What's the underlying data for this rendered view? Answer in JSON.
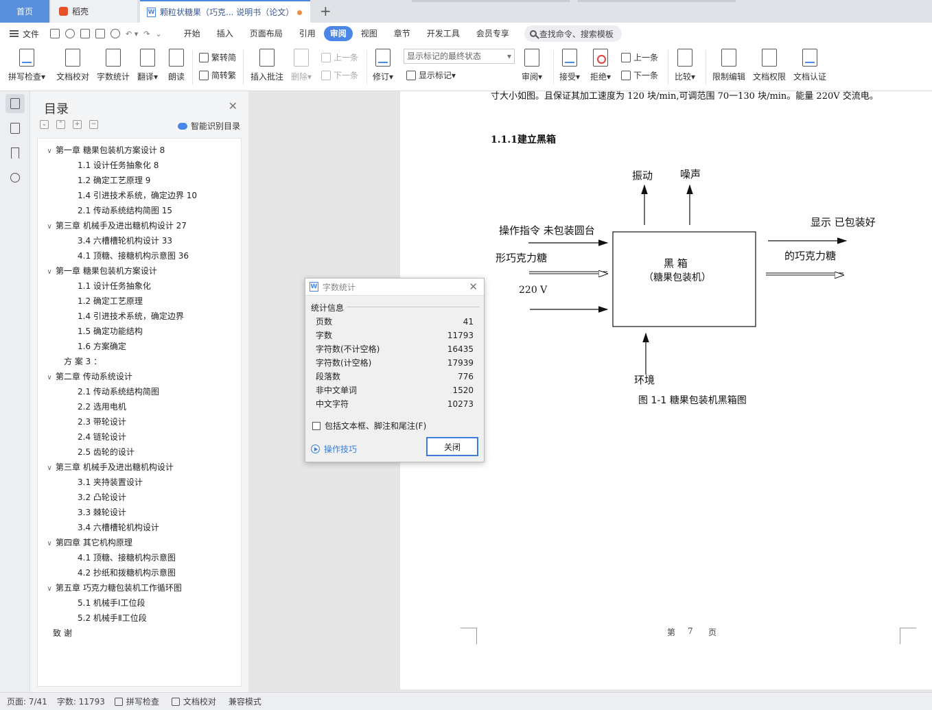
{
  "tabs": {
    "home": "首页",
    "daoke": "稻壳",
    "doc": "颗粒状糖果（巧克... 说明书（论文）"
  },
  "menubar": {
    "file": "文件",
    "items": [
      "开始",
      "插入",
      "页面布局",
      "引用",
      "审阅",
      "视图",
      "章节",
      "开发工具",
      "会员专享"
    ],
    "active": "审阅",
    "search": "查找命令、搜索模板"
  },
  "ribbon": {
    "spell": "拼写检查",
    "proof": "文档校对",
    "wordcount": "字数统计",
    "translate": "翻译",
    "read": "朗读",
    "trad": "繁转简",
    "simp": "简转繁",
    "comment": "插入批注",
    "delete": "删除",
    "prev_c": "上一条",
    "next_c": "下一条",
    "revise": "修订",
    "markup_select": "显示标记的最终状态",
    "show_markup": "显示标记",
    "review": "审阅",
    "accept": "接受",
    "reject": "拒绝",
    "prev": "上一条",
    "next": "下一条",
    "compare": "比较",
    "restrict": "限制编辑",
    "rights": "文档权限",
    "certify": "文档认证"
  },
  "toc": {
    "title": "目录",
    "smart": "智能识别目录",
    "items": [
      {
        "level": 1,
        "text": "第一章  糖果包装机方案设计  8",
        "caret": "∨"
      },
      {
        "level": 2,
        "text": "1.1 设计任务抽象化  8"
      },
      {
        "level": 2,
        "text": "1.2 确定工艺原理  9"
      },
      {
        "level": 2,
        "text": "1.4 引进技术系统，确定边界  10"
      },
      {
        "level": 2,
        "text": "2.1 传动系统结构简图  15"
      },
      {
        "level": 1,
        "text": "第三章  机械手及进出糖机构设计  27",
        "caret": "∨"
      },
      {
        "level": 2,
        "text": "3.4 六槽槽轮机构设计  33"
      },
      {
        "level": 2,
        "text": "4.1 顶糖、接糖机构示意图  36"
      },
      {
        "level": 1,
        "text": "第一章  糖果包装机方案设计",
        "caret": "∨"
      },
      {
        "level": 2,
        "text": "1.1 设计任务抽象化"
      },
      {
        "level": 2,
        "text": "1.2 确定工艺原理"
      },
      {
        "level": 2,
        "text": "1.4 引进技术系统，确定边界"
      },
      {
        "level": 2,
        "text": "1.5 确定功能结构"
      },
      {
        "level": 2,
        "text": "1.6 方案确定"
      },
      {
        "level": 3,
        "text": "方 案 3 ："
      },
      {
        "level": 1,
        "text": "第二章  传动系统设计",
        "caret": "∨"
      },
      {
        "level": 2,
        "text": "2.1 传动系统结构简图"
      },
      {
        "level": 2,
        "text": "2.2 选用电机"
      },
      {
        "level": 2,
        "text": "2.3 带轮设计"
      },
      {
        "level": 2,
        "text": "2.4 链轮设计"
      },
      {
        "level": 2,
        "text": "2.5 齿轮的设计"
      },
      {
        "level": 1,
        "text": "第三章  机械手及进出糖机构设计",
        "caret": "∨"
      },
      {
        "level": 2,
        "text": "3.1 夹持装置设计"
      },
      {
        "level": 2,
        "text": "3.2 凸轮设计"
      },
      {
        "level": 2,
        "text": "3.3 棘轮设计"
      },
      {
        "level": 2,
        "text": "3.4 六槽槽轮机构设计"
      },
      {
        "level": 1,
        "text": "第四章  其它机构原理",
        "caret": "∨"
      },
      {
        "level": 2,
        "text": "4.1 顶糖、接糖机构示意图"
      },
      {
        "level": 2,
        "text": "4.2 抄纸和拨糖机构示意图"
      },
      {
        "level": 1,
        "text": "第五章  巧克力糖包装机工作循环图",
        "caret": "∨"
      },
      {
        "level": 2,
        "text": "5.1 机械手Ⅰ工位段"
      },
      {
        "level": 2,
        "text": "5.2 机械手Ⅱ工位段"
      },
      {
        "level": 0,
        "text": "致  谢"
      }
    ]
  },
  "document": {
    "top_line": "寸大小如图。且保证其加工速度为 120 块/min,可调范围 70一130 块/min。能量 220V 交流电。",
    "heading": "1.1.1建立黑箱",
    "diagram": {
      "top1": "振动",
      "top2": "噪声",
      "in1": "操作指令  未包装圆台",
      "in2": "形巧克力糖",
      "in3": "220 V",
      "out1": "显示  已包装好",
      "out2": "的巧克力糖",
      "box1": "黑      箱",
      "box2": "（糖果包装机）",
      "bottom": "环境",
      "caption": "图 1-1  糖果包装机黑箱图"
    },
    "footer_a": "第",
    "footer_num": "7",
    "footer_b": "页"
  },
  "dialog": {
    "title": "字数统计",
    "group": "统计信息",
    "stats": [
      {
        "label": "页数",
        "value": "41"
      },
      {
        "label": "字数",
        "value": "11793"
      },
      {
        "label": "字符数(不计空格)",
        "value": "16435"
      },
      {
        "label": "字符数(计空格)",
        "value": "17939"
      },
      {
        "label": "段落数",
        "value": "776"
      },
      {
        "label": "非中文单词",
        "value": "1520"
      },
      {
        "label": "中文字符",
        "value": "10273"
      }
    ],
    "checkbox": "包括文本框、脚注和尾注(F)",
    "tips": "操作技巧",
    "close": "关闭"
  },
  "status": {
    "page": "页面: 7/41",
    "words": "字数: 11793",
    "spell": "拼写检查",
    "proof": "文档校对",
    "compat": "兼容模式"
  },
  "colors": {
    "accent": "#4a86e8",
    "home_tab": "#5a8fdc",
    "modified_dot": "#f08c3c"
  }
}
